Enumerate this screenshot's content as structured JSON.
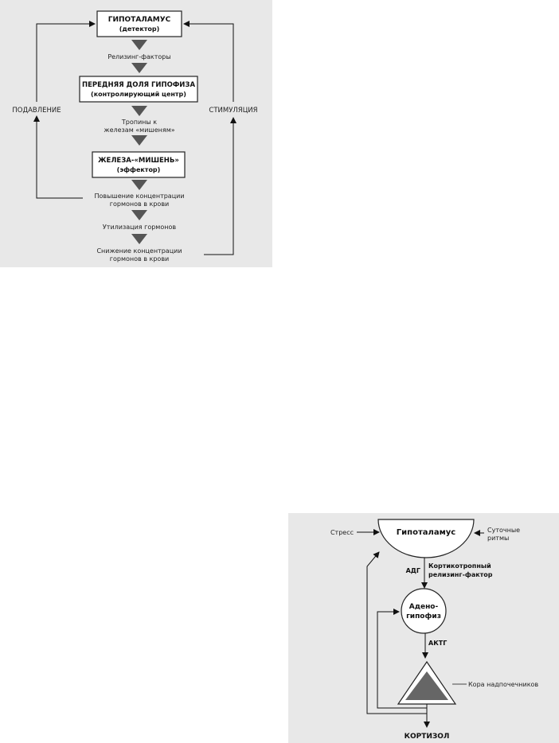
{
  "diagram1": {
    "hypothalamus_title": "ГИПОТАЛАМУС",
    "hypothalamus_sub": "(детектор)",
    "releasing": "Релизинг-факторы",
    "pituitary_title": "ПЕРЕДНЯЯ ДОЛЯ ГИПОФИЗА",
    "pituitary_sub": "(контролирующий центр)",
    "tropins_1": "Тропины к",
    "tropins_2": "железам «мишеням»",
    "gland_title": "ЖЕЛЕЗА-«МИШЕНЬ»",
    "gland_sub": "(эффектор)",
    "increase_1": "Повышение концентрации",
    "increase_2": "гормонов в крови",
    "utilization": "Утилизация гормонов",
    "decrease_1": "Снижение концентрации",
    "decrease_2": "гормонов в крови",
    "suppression": "ПОДАВЛЕНИЕ",
    "stimulation": "СТИМУЛЯЦИЯ"
  },
  "diagram2": {
    "stress": "Стресс",
    "hypothalamus": "Гипоталамус",
    "circadian_1": "Суточные",
    "circadian_2": "ритмы",
    "adh": "АДГ",
    "crf_1": "Кортикотропный",
    "crf_2": "релизинг-фактор",
    "adeno_1": "Адено-",
    "adeno_2": "гипофиз",
    "acth": "АКТГ",
    "cortex": "Кора надпочечников",
    "cortisol": "КОРТИЗОЛ"
  },
  "colors": {
    "panel": "#e8e8e8",
    "arrow": "#555555",
    "triangle_fill": "#666666"
  }
}
